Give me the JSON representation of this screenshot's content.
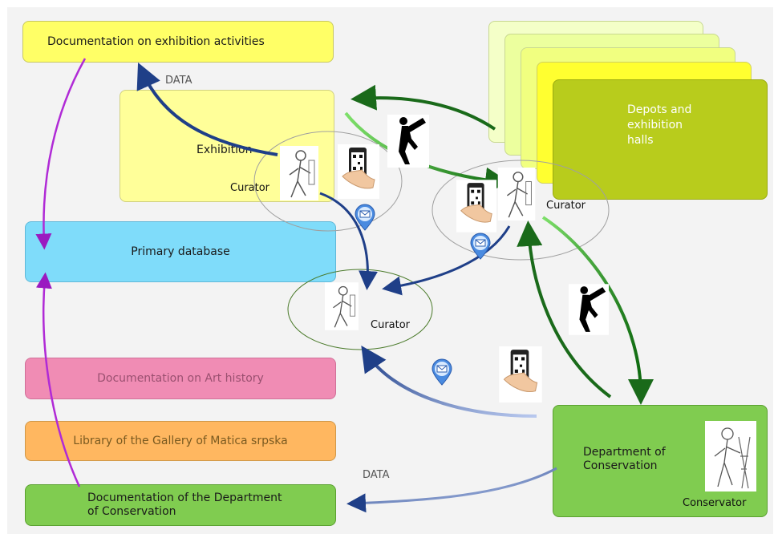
{
  "boxes": {
    "doc_exhibition": "Documentation on exhibition activities",
    "exhibition": "Exhibition",
    "primary_db": "Primary database",
    "art_history": "Documentation on Art history",
    "library": "Library of the Gallery of Matica srpska",
    "doc_conservation": "Documentation of the Department of Conservation",
    "depots": "Depots and exhibition halls",
    "dept_conservation": "Department of Conservation"
  },
  "labels": {
    "data_top": "DATA",
    "data_bottom": "DATA",
    "curator_1": "Curator",
    "curator_2": "Curator",
    "curator_3": "Curator",
    "conservator": "Conservator"
  },
  "icons": [
    "curator-sketch-icon",
    "phone-qr-icon",
    "walking-man-icon",
    "mail-pin-icon",
    "conservator-sketch-icon"
  ],
  "colors": {
    "yellow": "#ffff66",
    "light_yellow": "#ffff99",
    "blue": "#7fdcfa",
    "pink": "#f08cb4",
    "orange": "#ffb760",
    "green": "#80cc50",
    "olive": "#b8cc1c",
    "arrow_blue": "#1f3f88",
    "arrow_green": "#1a7a1a",
    "arrow_magenta": "#b02ad6"
  }
}
